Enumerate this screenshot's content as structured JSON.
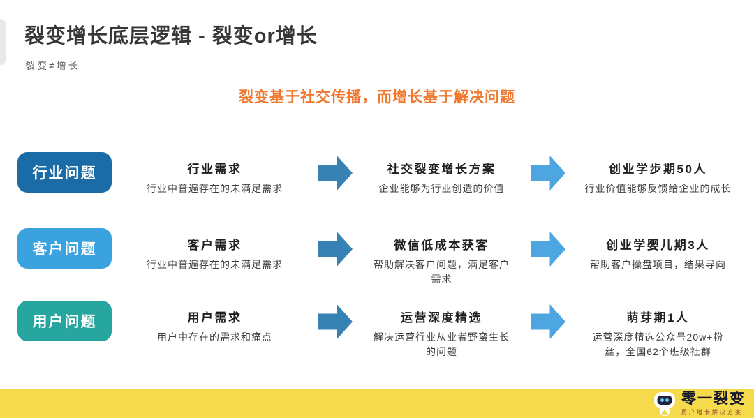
{
  "slide": {
    "title": "裂变增长底层逻辑 - 裂变or增长",
    "subtitle": "裂变≠增长",
    "statement": "裂变基于社交传播，而增长基于解决问题"
  },
  "rows": [
    {
      "label": "行业问题",
      "steps": [
        {
          "title": "行业需求",
          "desc": "行业中普遍存在的未满足需求"
        },
        {
          "title": "社交裂变增长方案",
          "desc": "企业能够为行业创造的价值"
        },
        {
          "title": "创业学步期50人",
          "desc": "行业价值能够反馈给企业的成长"
        }
      ]
    },
    {
      "label": "客户问题",
      "steps": [
        {
          "title": "客户需求",
          "desc": "行业中普遍存在的未满足需求"
        },
        {
          "title": "微信低成本获客",
          "desc": "帮助解决客户问题，满足客户\n需求"
        },
        {
          "title": "创业学婴儿期3人",
          "desc": "帮助客户操盘项目，结果导向"
        }
      ]
    },
    {
      "label": "用户问题",
      "steps": [
        {
          "title": "用户需求",
          "desc": "用户中存在的需求和痛点"
        },
        {
          "title": "运营深度精选",
          "desc": "解决运营行业从业者野蛮生长\n的问题"
        },
        {
          "title": "萌芽期1人",
          "desc": "运营深度精选公众号20w+粉\n丝，全国62个班级社群"
        }
      ]
    }
  ],
  "footer": {
    "brand": "零一裂变",
    "tagline": "用户增长解决方案",
    "logo_icon": "robot-icon"
  },
  "colors": {
    "accent_orange": "#f0782e",
    "row_label_colors": [
      "#1a6ba6",
      "#3aa2de",
      "#27a59f"
    ],
    "arrow_primary": "#3682b5",
    "arrow_secondary": "#4da6e0",
    "footer_yellow": "#f5db4b"
  }
}
